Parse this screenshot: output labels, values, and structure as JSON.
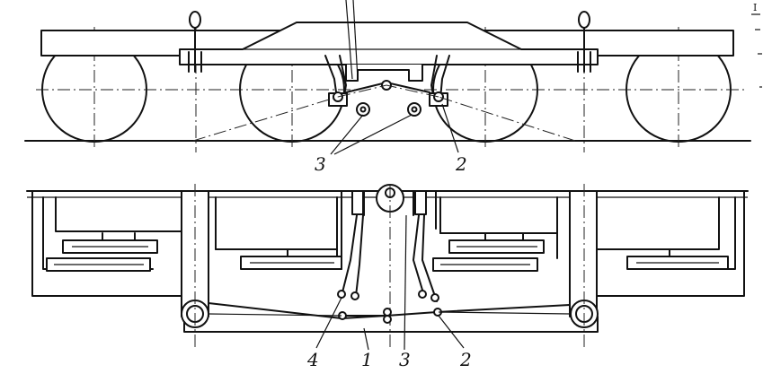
{
  "labels": {
    "top_3": "3",
    "top_2": "2",
    "bottom_4": "4",
    "bottom_1": "1",
    "bottom_3": "3",
    "bottom_2": "2"
  },
  "edge_mark": "I"
}
